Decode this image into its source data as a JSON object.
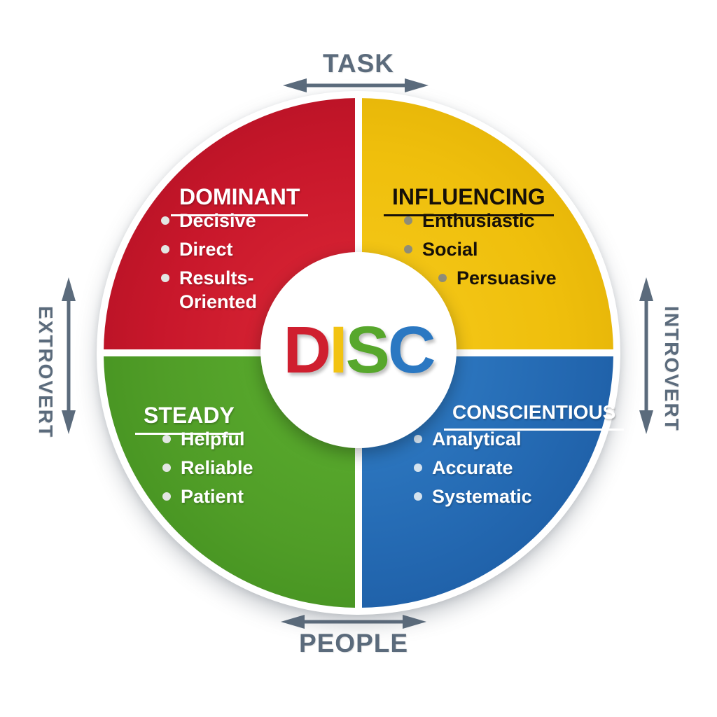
{
  "diagram_title": "DISC",
  "axes": {
    "top": "TASK",
    "bottom": "PEOPLE",
    "left": "EXTROVERT",
    "right": "INTROVERT",
    "arrow_color": "#5b6b7c"
  },
  "center": {
    "letters": [
      {
        "char": "D",
        "color": "#cf1f2f"
      },
      {
        "char": "I",
        "color": "#f2c312"
      },
      {
        "char": "S",
        "color": "#57a72c"
      },
      {
        "char": "C",
        "color": "#2b78c2"
      }
    ]
  },
  "quadrants": [
    {
      "name": "dominant",
      "label": "DOMINANT",
      "color": "#c8172b",
      "text_color": "#ffffff",
      "traits": [
        "Decisive",
        "Direct",
        "Results-Oriented"
      ]
    },
    {
      "name": "influencing",
      "label": "INFLUENCING",
      "color": "#efbf0c",
      "text_color": "#161009",
      "traits": [
        "Enthusiastic",
        "Social",
        "Persuasive"
      ]
    },
    {
      "name": "steady",
      "label": "STEADY",
      "color": "#509d27",
      "text_color": "#ffffff",
      "traits": [
        "Helpful",
        "Reliable",
        "Patient"
      ]
    },
    {
      "name": "conscientious",
      "label": "CONSCIENTIOUS",
      "color": "#2469b2",
      "text_color": "#ffffff",
      "traits": [
        "Analytical",
        "Accurate",
        "Systematic"
      ]
    }
  ]
}
